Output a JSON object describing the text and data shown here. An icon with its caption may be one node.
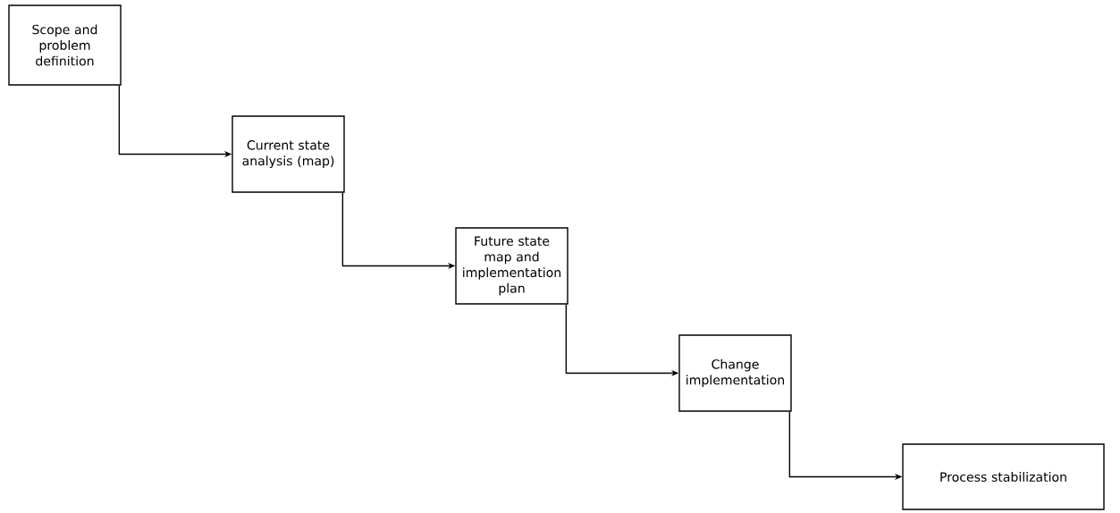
{
  "diagram": {
    "nodes": [
      {
        "text": [
          "Scope and problem definition"
        ]
      },
      {
        "text": [
          "Current state analysis (map)"
        ]
      },
      {
        "text": [
          "Future state map and implementation plan"
        ]
      },
      {
        "text": [
          "Change implementation"
        ]
      },
      {
        "text": [
          "Process stabilization"
        ]
      }
    ],
    "edges": [
      {
        "from": 0,
        "to": 1,
        "arrow": "to"
      },
      {
        "from": 1,
        "to": 2,
        "arrow": "to"
      },
      {
        "from": 2,
        "to": 3,
        "arrow": "to"
      },
      {
        "from": 3,
        "to": 4,
        "arrow": "to"
      }
    ]
  }
}
